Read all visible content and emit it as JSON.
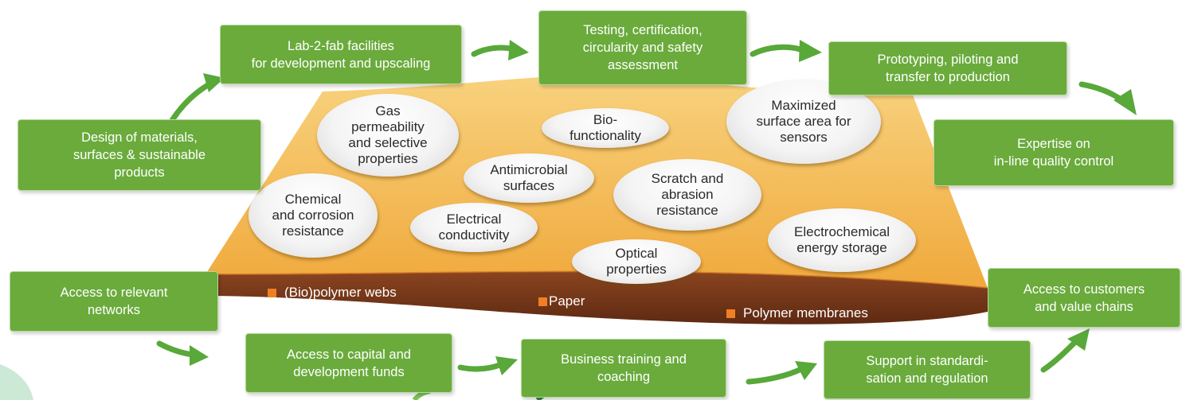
{
  "colors": {
    "box_green": "#6aab3c",
    "arrow_green": "#58a83a",
    "sheet_orange": "#f3b550",
    "base_brown": "#7b3a1c",
    "bullet_orange": "#f07f23"
  },
  "process_boxes": [
    {
      "id": "design",
      "label": "Design of materials,\nsurfaces & sustainable\nproducts"
    },
    {
      "id": "lab2fab",
      "label": "Lab-2-fab facilities\nfor development and upscaling"
    },
    {
      "id": "testing",
      "label": "Testing, certification,\ncircularity and safety\nassessment"
    },
    {
      "id": "prototyping",
      "label": "Prototyping, piloting and\ntransfer to production"
    },
    {
      "id": "expertise",
      "label": "Expertise on\nin-line quality control"
    },
    {
      "id": "networks",
      "label": "Access to relevant\nnetworks"
    },
    {
      "id": "capital",
      "label": "Access to capital and\ndevelopment funds"
    },
    {
      "id": "business",
      "label": "Business training and\ncoaching"
    },
    {
      "id": "standard",
      "label": "Support in standardi-\nsation and regulation"
    },
    {
      "id": "customers",
      "label": "Access to customers\nand value chains"
    }
  ],
  "properties": [
    {
      "id": "gas",
      "label": "Gas\npermeability\nand selective\nproperties"
    },
    {
      "id": "biofunc",
      "label": "Bio-\nfunctionality"
    },
    {
      "id": "surface",
      "label": "Maximized\nsurface area for\nsensors"
    },
    {
      "id": "antimicrobial",
      "label": "Antimicrobial\nsurfaces"
    },
    {
      "id": "scratch",
      "label": "Scratch and\nabrasion\nresistance"
    },
    {
      "id": "chemical",
      "label": "Chemical\nand corrosion\nresistance"
    },
    {
      "id": "electrical",
      "label": "Electrical\nconductivity"
    },
    {
      "id": "electrochem",
      "label": "Electrochemical\nenergy storage"
    },
    {
      "id": "optical",
      "label": "Optical\nproperties"
    }
  ],
  "materials": [
    {
      "id": "biopolymer",
      "label": "(Bio)polymer webs"
    },
    {
      "id": "paper",
      "label": "Paper"
    },
    {
      "id": "membranes",
      "label": "Polymer membranes"
    }
  ]
}
